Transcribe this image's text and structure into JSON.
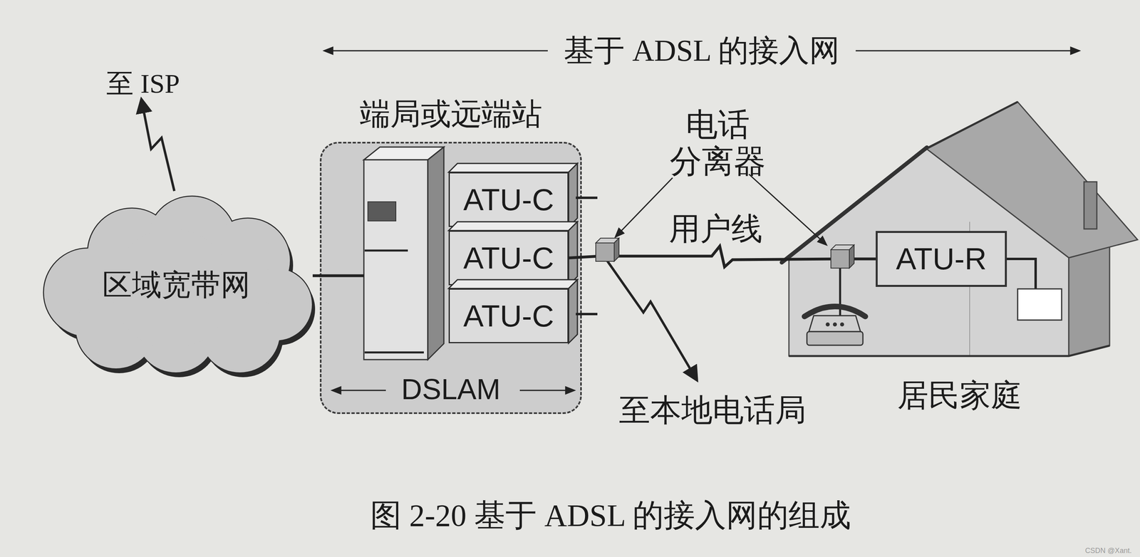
{
  "diagram": {
    "caption": "图 2-20 基于 ADSL 的接入网的组成",
    "nodes": [
      {
        "text": [
          "区域宽带网"
        ]
      },
      {
        "text": [
          "端局或远端站",
          "DSLAM"
        ]
      },
      {
        "text": [
          "ATU-C"
        ],
        "in": 1
      },
      {
        "text": [
          "ATU-C"
        ],
        "in": 1
      },
      {
        "text": [
          "ATU-C"
        ],
        "in": 1
      },
      {
        "text": [
          "居民家庭"
        ]
      },
      {
        "text": [
          "ATU-R"
        ],
        "in": 5
      }
    ],
    "edges": [
      {
        "from": 0,
        "to": 1,
        "arrow": "none"
      },
      {
        "from": 3,
        "to": 6,
        "label": "用户线",
        "arrow": "none"
      }
    ],
    "labels": [
      "基于 ADSL 的接入网",
      "至 ISP",
      "电话 分离器",
      "至本地电话局",
      "CSDN @Xant."
    ]
  }
}
